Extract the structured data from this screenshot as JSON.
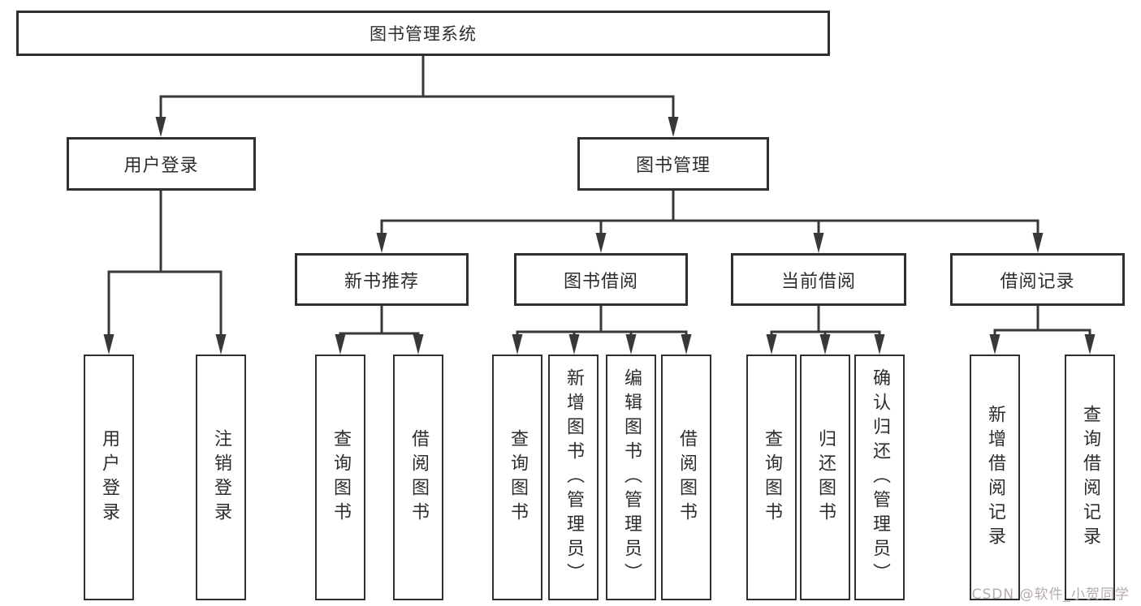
{
  "diagram_title": "图书管理系统",
  "colors": {
    "line": "#383838",
    "box_border": "#2f2f2f",
    "text": "#2d2d2d",
    "background": "#ffffff",
    "watermark": "#b5abab"
  },
  "tree": {
    "label": "图书管理系统",
    "children": [
      {
        "label": "用户登录",
        "children": [
          {
            "label": "用户登录"
          },
          {
            "label": "注销登录"
          }
        ]
      },
      {
        "label": "图书管理",
        "children": [
          {
            "label": "新书推荐",
            "children": [
              {
                "label": "查询图书"
              },
              {
                "label": "借阅图书"
              }
            ]
          },
          {
            "label": "图书借阅",
            "children": [
              {
                "label": "查询图书"
              },
              {
                "label": "新增图书（管理员）"
              },
              {
                "label": "编辑图书（管理员）"
              },
              {
                "label": "借阅图书"
              }
            ]
          },
          {
            "label": "当前借阅",
            "children": [
              {
                "label": "查询图书"
              },
              {
                "label": "归还图书"
              },
              {
                "label": "确认归还（管理员）"
              }
            ]
          },
          {
            "label": "借阅记录",
            "children": [
              {
                "label": "新增借阅记录"
              },
              {
                "label": "查询借阅记录"
              }
            ]
          }
        ]
      }
    ]
  },
  "watermark": {
    "text": "CSDN @软件_小贺同学"
  }
}
